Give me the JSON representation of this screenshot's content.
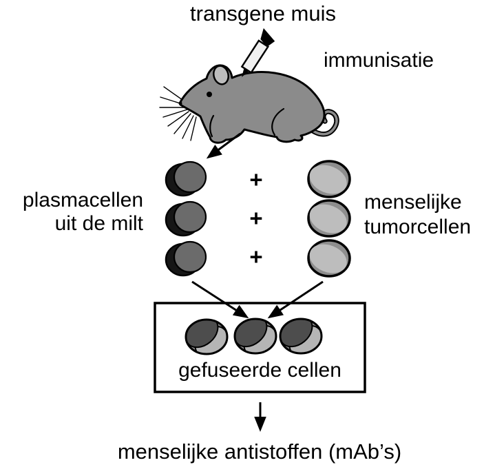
{
  "diagram": {
    "title": "transgene muis",
    "immunization_label": "immunisatie",
    "plasma_label_line1": "plasmacellen",
    "plasma_label_line2": "uit de milt",
    "plus_sign": "+",
    "tumor_label_line1": "menselijke",
    "tumor_label_line2": "tumorcellen",
    "fused_box_label": "gefuseerde cellen",
    "output_label": "menselijke antistoffen (mAb’s)",
    "icons": {
      "mouse": "mouse-illustration",
      "syringe": "syringe-icon",
      "plasma_cell": "plasma-cell-icon",
      "tumor_cell": "tumor-cell-icon",
      "fused_cell": "fused-cell-icon",
      "arrow": "arrow-icon"
    },
    "colors": {
      "background": "#ffffff",
      "text": "#000000",
      "outline": "#000000",
      "mouse_body": "#8b8b8b",
      "mouse_ear": "#bdbdbd",
      "syringe_barrel": "#f0f0f0",
      "plasma_cell_body": "#6b6b6b",
      "plasma_cell_shadow": "#161616",
      "tumor_cell_outer": "#8e8e8e",
      "tumor_cell_inner": "#bdbdbd",
      "fused_cell_dark": "#4d4d4d",
      "fused_cell_light": "#b5b5b5",
      "fused_cell_mid": "#8a8a8a"
    }
  }
}
